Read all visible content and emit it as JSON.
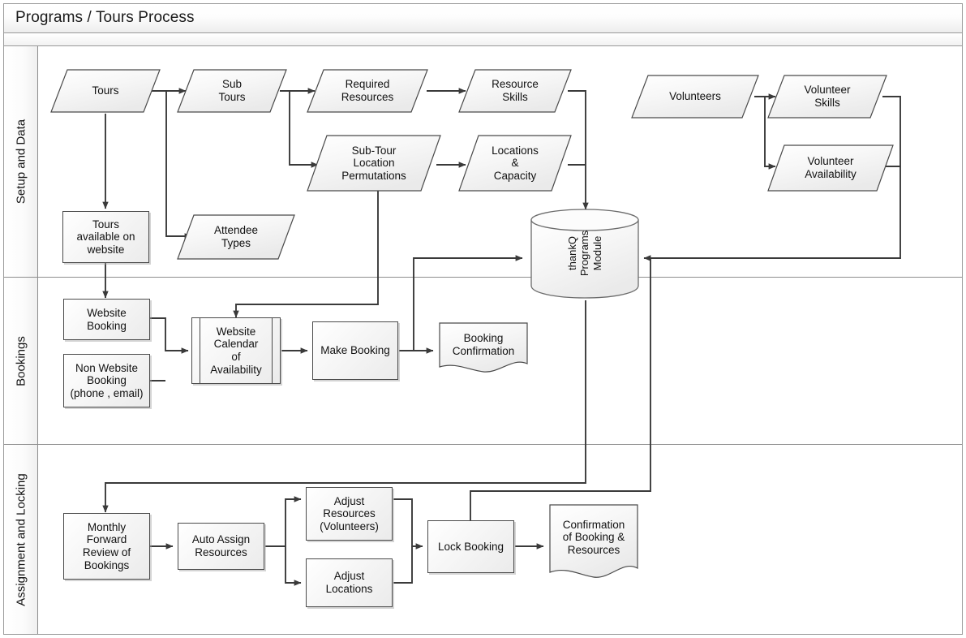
{
  "title": "Programs / Tours Process",
  "lanes": [
    {
      "id": "setup",
      "label": "Setup and Data"
    },
    {
      "id": "bookings",
      "label": "Bookings"
    },
    {
      "id": "assignment",
      "label": "Assignment and Locking"
    }
  ],
  "nodes": {
    "tours": "Tours",
    "sub_tours": "Sub\nTours",
    "required_resources": "Required\nResources",
    "resource_skills": "Resource\nSkills",
    "volunteers": "Volunteers",
    "volunteer_skills": "Volunteer\nSkills",
    "sub_tour_location_permutations": "Sub-Tour\nLocation\nPermutations",
    "locations_capacity": "Locations\n&\nCapacity",
    "volunteer_availability": "Volunteer\nAvailability",
    "tours_available_on_website": "Tours\navailable on\nwebsite",
    "attendee_types": "Attendee\nTypes",
    "thankq_programs_module": "thankQ\nPrograms\nModule",
    "website_booking": "Website\nBooking",
    "non_website_booking": "Non Website\nBooking\n(phone , email)",
    "website_calendar": "Website\nCalendar\nof\nAvailability",
    "make_booking": "Make Booking",
    "booking_confirmation": "Booking\nConfirmation",
    "monthly_forward_review": "Monthly\nForward\nReview of\nBookings",
    "auto_assign_resources": "Auto Assign\nResources",
    "adjust_resources": "Adjust\nResources\n(Volunteers)",
    "adjust_locations": "Adjust\nLocations",
    "lock_booking": "Lock Booking",
    "confirmation_of_booking": "Confirmation\nof Booking &\nResources"
  },
  "colors": {
    "frame_border": "#9a9a9a",
    "lane_border": "#8d8d8d",
    "shape_border": "#4a4a4a",
    "shape_fill_light": "#ffffff",
    "shape_fill_dark": "#ebebeb",
    "connector": "#3a3a3a",
    "text": "#111111"
  },
  "flows": [
    {
      "from": "tours",
      "to": "sub_tours"
    },
    {
      "from": "tours",
      "to": "tours_available_on_website"
    },
    {
      "from": "tours",
      "to": "attendee_types"
    },
    {
      "from": "sub_tours",
      "to": "required_resources"
    },
    {
      "from": "sub_tours",
      "to": "sub_tour_location_permutations"
    },
    {
      "from": "required_resources",
      "to": "resource_skills"
    },
    {
      "from": "sub_tour_location_permutations",
      "to": "locations_capacity"
    },
    {
      "from": "sub_tour_location_permutations",
      "to": "website_calendar"
    },
    {
      "from": "resource_skills",
      "to": "thankq_programs_module"
    },
    {
      "from": "locations_capacity",
      "to": "thankq_programs_module"
    },
    {
      "from": "volunteers",
      "to": "volunteer_skills"
    },
    {
      "from": "volunteers",
      "to": "volunteer_availability"
    },
    {
      "from": "volunteer_skills",
      "to": "thankq_programs_module"
    },
    {
      "from": "volunteer_availability",
      "to": "thankq_programs_module"
    },
    {
      "from": "tours_available_on_website",
      "to": "website_booking"
    },
    {
      "from": "website_booking",
      "to": "website_calendar"
    },
    {
      "from": "non_website_booking",
      "to": "website_calendar"
    },
    {
      "from": "website_calendar",
      "to": "make_booking"
    },
    {
      "from": "make_booking",
      "to": "booking_confirmation"
    },
    {
      "from": "make_booking",
      "to": "thankq_programs_module"
    },
    {
      "from": "thankq_programs_module",
      "to": "monthly_forward_review"
    },
    {
      "from": "monthly_forward_review",
      "to": "auto_assign_resources"
    },
    {
      "from": "auto_assign_resources",
      "to": "adjust_resources"
    },
    {
      "from": "auto_assign_resources",
      "to": "adjust_locations"
    },
    {
      "from": "adjust_resources",
      "to": "lock_booking"
    },
    {
      "from": "adjust_locations",
      "to": "lock_booking"
    },
    {
      "from": "lock_booking",
      "to": "confirmation_of_booking"
    },
    {
      "from": "lock_booking",
      "to": "thankq_programs_module"
    }
  ]
}
